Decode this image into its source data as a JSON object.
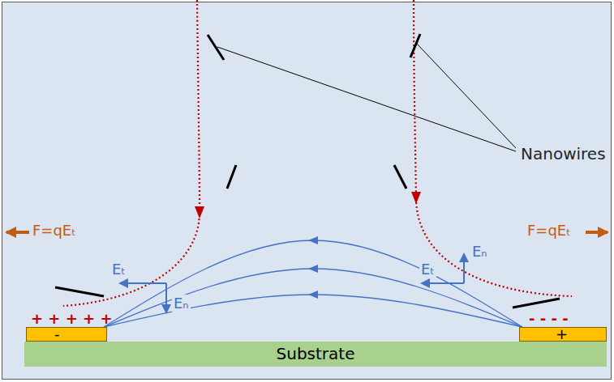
{
  "diagram": {
    "nodes": [
      {
        "text": [
          "-"
        ]
      },
      {
        "text": [
          "+"
        ]
      },
      {
        "text": [
          "Substrate"
        ]
      }
    ],
    "edges": [
      {
        "from": 1,
        "to": 0,
        "arrow": "to"
      },
      {
        "from": 1,
        "to": 0,
        "arrow": "to"
      },
      {
        "from": 1,
        "to": 0,
        "arrow": "to"
      }
    ],
    "labels": [
      "Nanowires",
      "F=qEₜ",
      "F=qEₜ",
      "Eₜ",
      "Eₙ",
      "Eₜ",
      "Eₙ",
      "+ + + + +",
      "- - - -"
    ]
  }
}
